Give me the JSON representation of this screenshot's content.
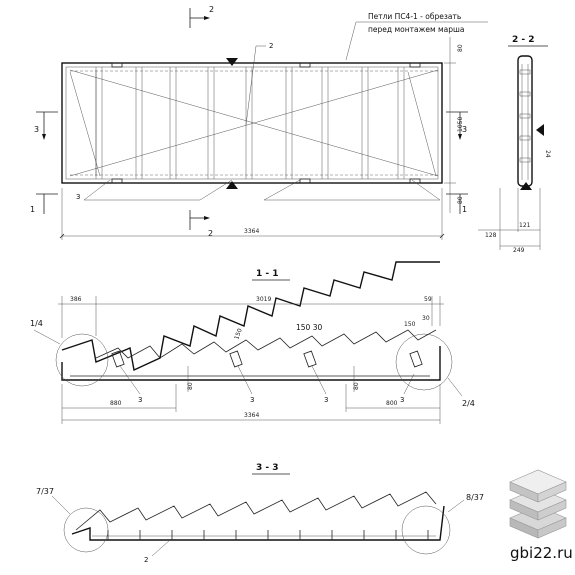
{
  "labels": {
    "cut_mark": "2",
    "note_line1": "Петли ПС4-1 - обрезать",
    "note_line2": "перед монтажем марша",
    "section_2_2": "2 - 2",
    "section_1_1": "1 - 1",
    "section_3_3": "3 - 3",
    "callout_3": "3",
    "callout_1": "1",
    "callout_2": "2",
    "detail_1_4": "1/4",
    "detail_2_4": "2/4",
    "detail_7_37": "7/37",
    "detail_8_37": "8/37",
    "watermark": "gbi22.ru"
  },
  "dims_plan": {
    "length": "3364",
    "height": "1050",
    "top": "80",
    "bottom": "80",
    "w1": "128",
    "w2": "121",
    "total_w": "249",
    "side": "24"
  },
  "dims_section": {
    "left": "386",
    "mid": "3019",
    "right": "59",
    "step1": "150",
    "step2": "150 30",
    "step3": "150",
    "step3b": "30",
    "off_left": "880",
    "off_right": "800",
    "total": "3364",
    "h1": "80",
    "h2": "80"
  }
}
